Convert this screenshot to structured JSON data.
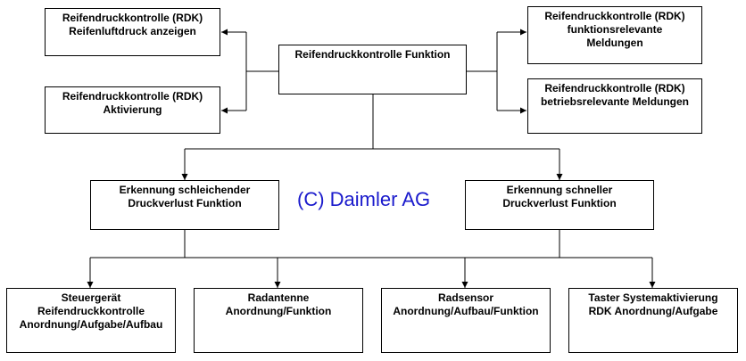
{
  "boxes": {
    "top_center": [
      "Reifendruckkontrolle Funktion"
    ],
    "top_left_1": [
      "Reifendruckkontrolle (RDK)",
      "Reifenluftdruck anzeigen"
    ],
    "top_left_2": [
      "Reifendruckkontrolle (RDK)",
      "Aktivierung"
    ],
    "top_right_1": [
      "Reifendruckkontrolle (RDK)",
      "funktionsrelevante",
      "Meldungen"
    ],
    "top_right_2": [
      "Reifendruckkontrolle (RDK)",
      "betriebsrelevante Meldungen"
    ],
    "mid_left": [
      "Erkennung schleichender",
      "Druckverlust Funktion"
    ],
    "mid_right": [
      "Erkennung schneller",
      "Druckverlust Funktion"
    ],
    "bottom_1": [
      "Steuergerät",
      "Reifendruckkontrolle",
      "Anordnung/Aufgabe/Aufbau"
    ],
    "bottom_2": [
      "Radantenne",
      "Anordnung/Funktion"
    ],
    "bottom_3": [
      "Radsensor",
      "Anordnung/Aufbau/Funktion"
    ],
    "bottom_4": [
      "Taster Systemaktivierung",
      "RDK Anordnung/Aufgabe"
    ]
  },
  "watermark": "(C) Daimler AG",
  "colors": {
    "watermark": "#1a1acc",
    "line": "#000000"
  }
}
